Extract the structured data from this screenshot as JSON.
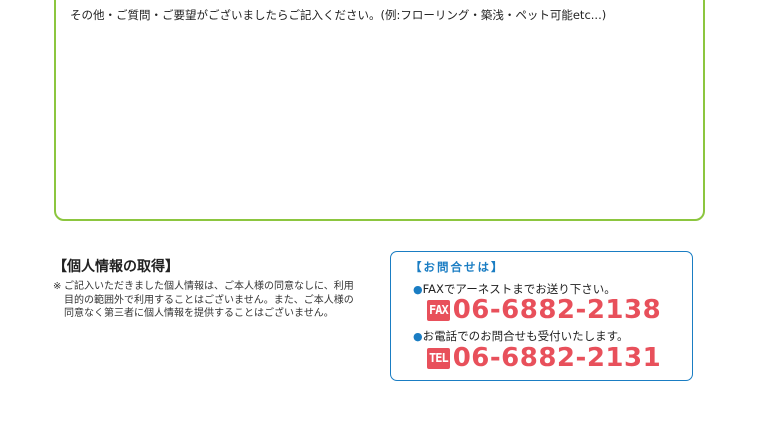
{
  "comment": {
    "text": "その他・ご質問・ご要望がございましたらご記入ください。(例:フローリング・築浅・ペット可能etc...)"
  },
  "privacy": {
    "heading": "【個人情報の取得】",
    "note_mark": "※",
    "lines": [
      "ご記入いただきました個人情報は、ご本人様の同意なしに、利用",
      "目的の範囲外で利用することはございません。また、ご本人様の",
      "同意なく第三者に個人情報を提供することはございません。"
    ]
  },
  "contact": {
    "heading": "【お問合せは】",
    "bullet": "●",
    "fax_line": "FAXでアーネストまでお送り下さい。",
    "fax_badge": "FAX",
    "fax_number": "06-6882-2138",
    "tel_line": "お電話でのお問合せも受付いたします。",
    "tel_badge": "TEL",
    "tel_number": "06-6882-2131",
    "colors": {
      "accent_blue": "#1a7dc3",
      "phone_red": "#e8505b",
      "box_green": "#8cc63f"
    }
  }
}
